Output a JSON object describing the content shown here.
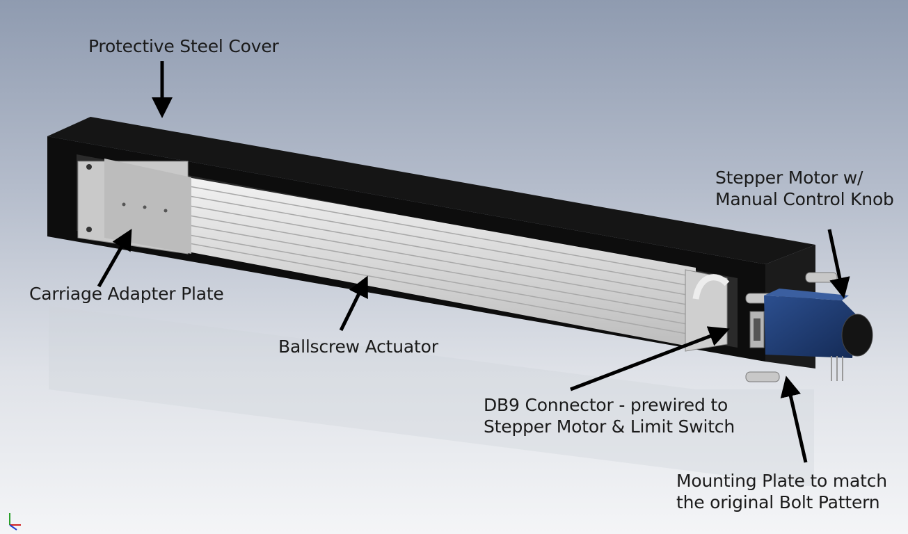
{
  "labels": {
    "cover": "Protective Steel Cover",
    "motor_line1": "Stepper Motor w/",
    "motor_line2": "Manual Control Knob",
    "carriage": "Carriage Adapter Plate",
    "ballscrew": "Ballscrew Actuator",
    "db9_line1": "DB9 Connector - prewired to",
    "db9_line2": "Stepper Motor & Limit Switch",
    "mount_line1": "Mounting Plate to match",
    "mount_line2": "the original Bolt Pattern"
  },
  "colors": {
    "background_top": "#8f9bb0",
    "background_bottom": "#f4f5f7",
    "cover": "#111111",
    "actuator": "#d9d9d9",
    "motor": "#1f3f7a",
    "arrow": "#000000"
  }
}
